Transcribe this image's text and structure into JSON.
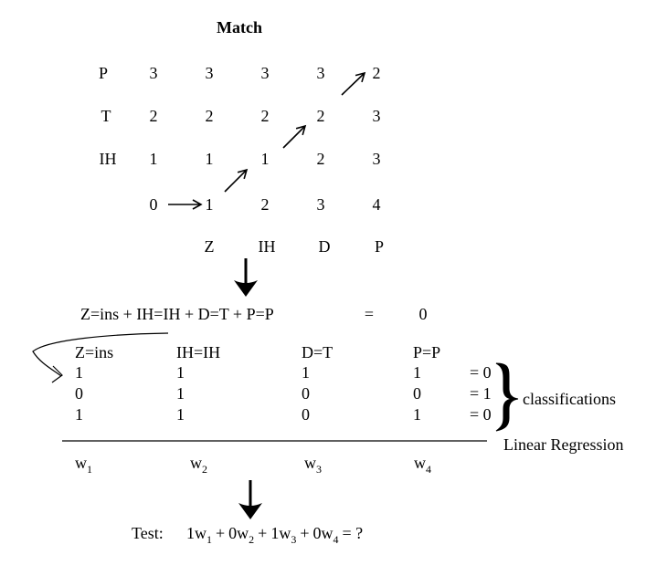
{
  "title": "Match",
  "grid": {
    "row_labels": [
      "P",
      "T",
      "IH"
    ],
    "rows": [
      [
        "3",
        "3",
        "3",
        "3",
        "2"
      ],
      [
        "2",
        "2",
        "2",
        "2",
        "3"
      ],
      [
        "1",
        "1",
        "1",
        "2",
        "3"
      ],
      [
        "0",
        "1",
        "2",
        "3",
        "4"
      ]
    ],
    "col_labels": [
      "Z",
      "IH",
      "D",
      "P"
    ]
  },
  "equation": {
    "lhs": "Z=ins + IH=IH + D=T + P=P",
    "eq": "=",
    "rhs": "0"
  },
  "table": {
    "headers": [
      "Z=ins",
      "IH=IH",
      "D=T",
      "P=P"
    ],
    "rows": [
      [
        "1",
        "1",
        "1",
        "1"
      ],
      [
        "0",
        "1",
        "0",
        "0"
      ],
      [
        "1",
        "1",
        "0",
        "1"
      ]
    ],
    "results": [
      "= 0",
      "= 1",
      "= 0"
    ]
  },
  "classifications_label": "classifications",
  "regression_label": "Linear Regression",
  "weights": [
    {
      "base": "w",
      "sub": "1"
    },
    {
      "base": "w",
      "sub": "2"
    },
    {
      "base": "w",
      "sub": "3"
    },
    {
      "base": "w",
      "sub": "4"
    }
  ],
  "test": {
    "label": "Test:",
    "terms": [
      {
        "coef": "1w",
        "sub": "1"
      },
      {
        "coef": "0w",
        "sub": "2"
      },
      {
        "coef": "1w",
        "sub": "3"
      },
      {
        "coef": "0w",
        "sub": "4"
      }
    ],
    "plus": "+",
    "tail": "= ?"
  }
}
